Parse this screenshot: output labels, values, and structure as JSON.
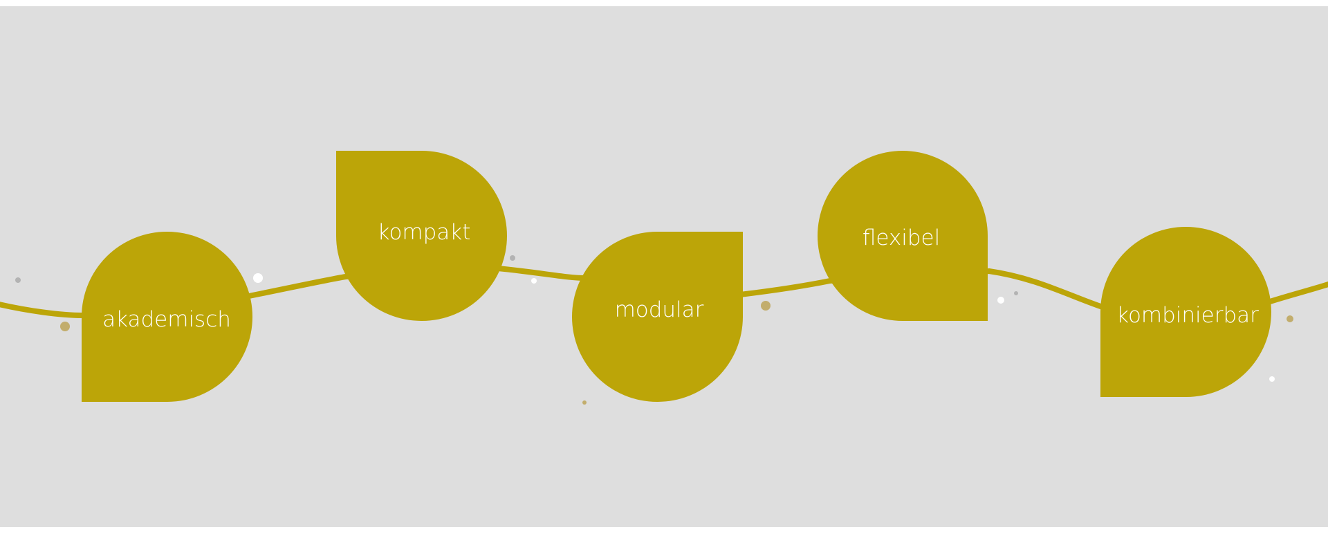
{
  "diagram": {
    "steps": [
      {
        "label": "akademisch"
      },
      {
        "label": "kompakt"
      },
      {
        "label": "modular"
      },
      {
        "label": "flexibel"
      },
      {
        "label": "kombinierbar"
      }
    ]
  },
  "colors": {
    "background": "#dedede",
    "accent": "#bca508",
    "label": "#ffffff",
    "dot_gold": "#c2ad6c",
    "dot_gray": "#b3b3b3",
    "dot_white": "#ffffff"
  }
}
